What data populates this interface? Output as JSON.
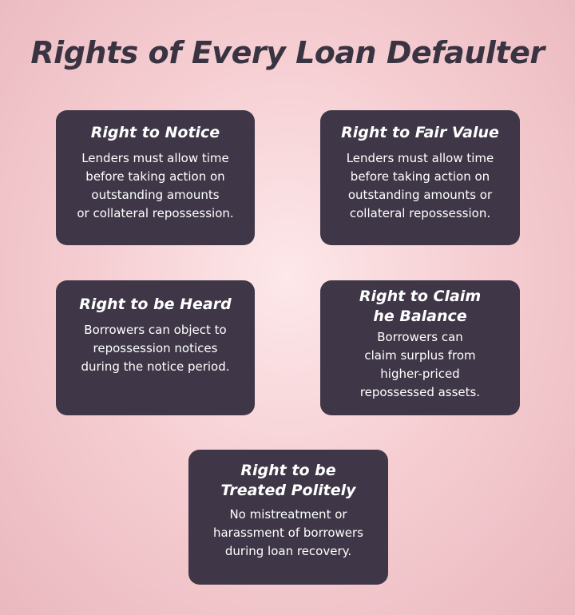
{
  "title": "Rights of Every Loan Defaulter",
  "cards": [
    {
      "title": "Right to Notice",
      "body": "Lenders must allow time\nbefore taking action on\noutstanding amounts\nor collateral repossession."
    },
    {
      "title": "Right to Fair Value",
      "body": "Lenders must allow time\nbefore taking action on\noutstanding amounts or\ncollateral repossession."
    },
    {
      "title": "Right to be Heard",
      "body": "Borrowers can object to\nrepossession notices\nduring the notice period."
    },
    {
      "title": "Right to Claim\nhe Balance",
      "body": "Borrowers can\nclaim surplus from\nhigher-priced\nrepossessed assets."
    },
    {
      "title": "Right to be\nTreated Politely",
      "body": "No mistreatment or\nharassment of borrowers\nduring loan recovery."
    }
  ]
}
